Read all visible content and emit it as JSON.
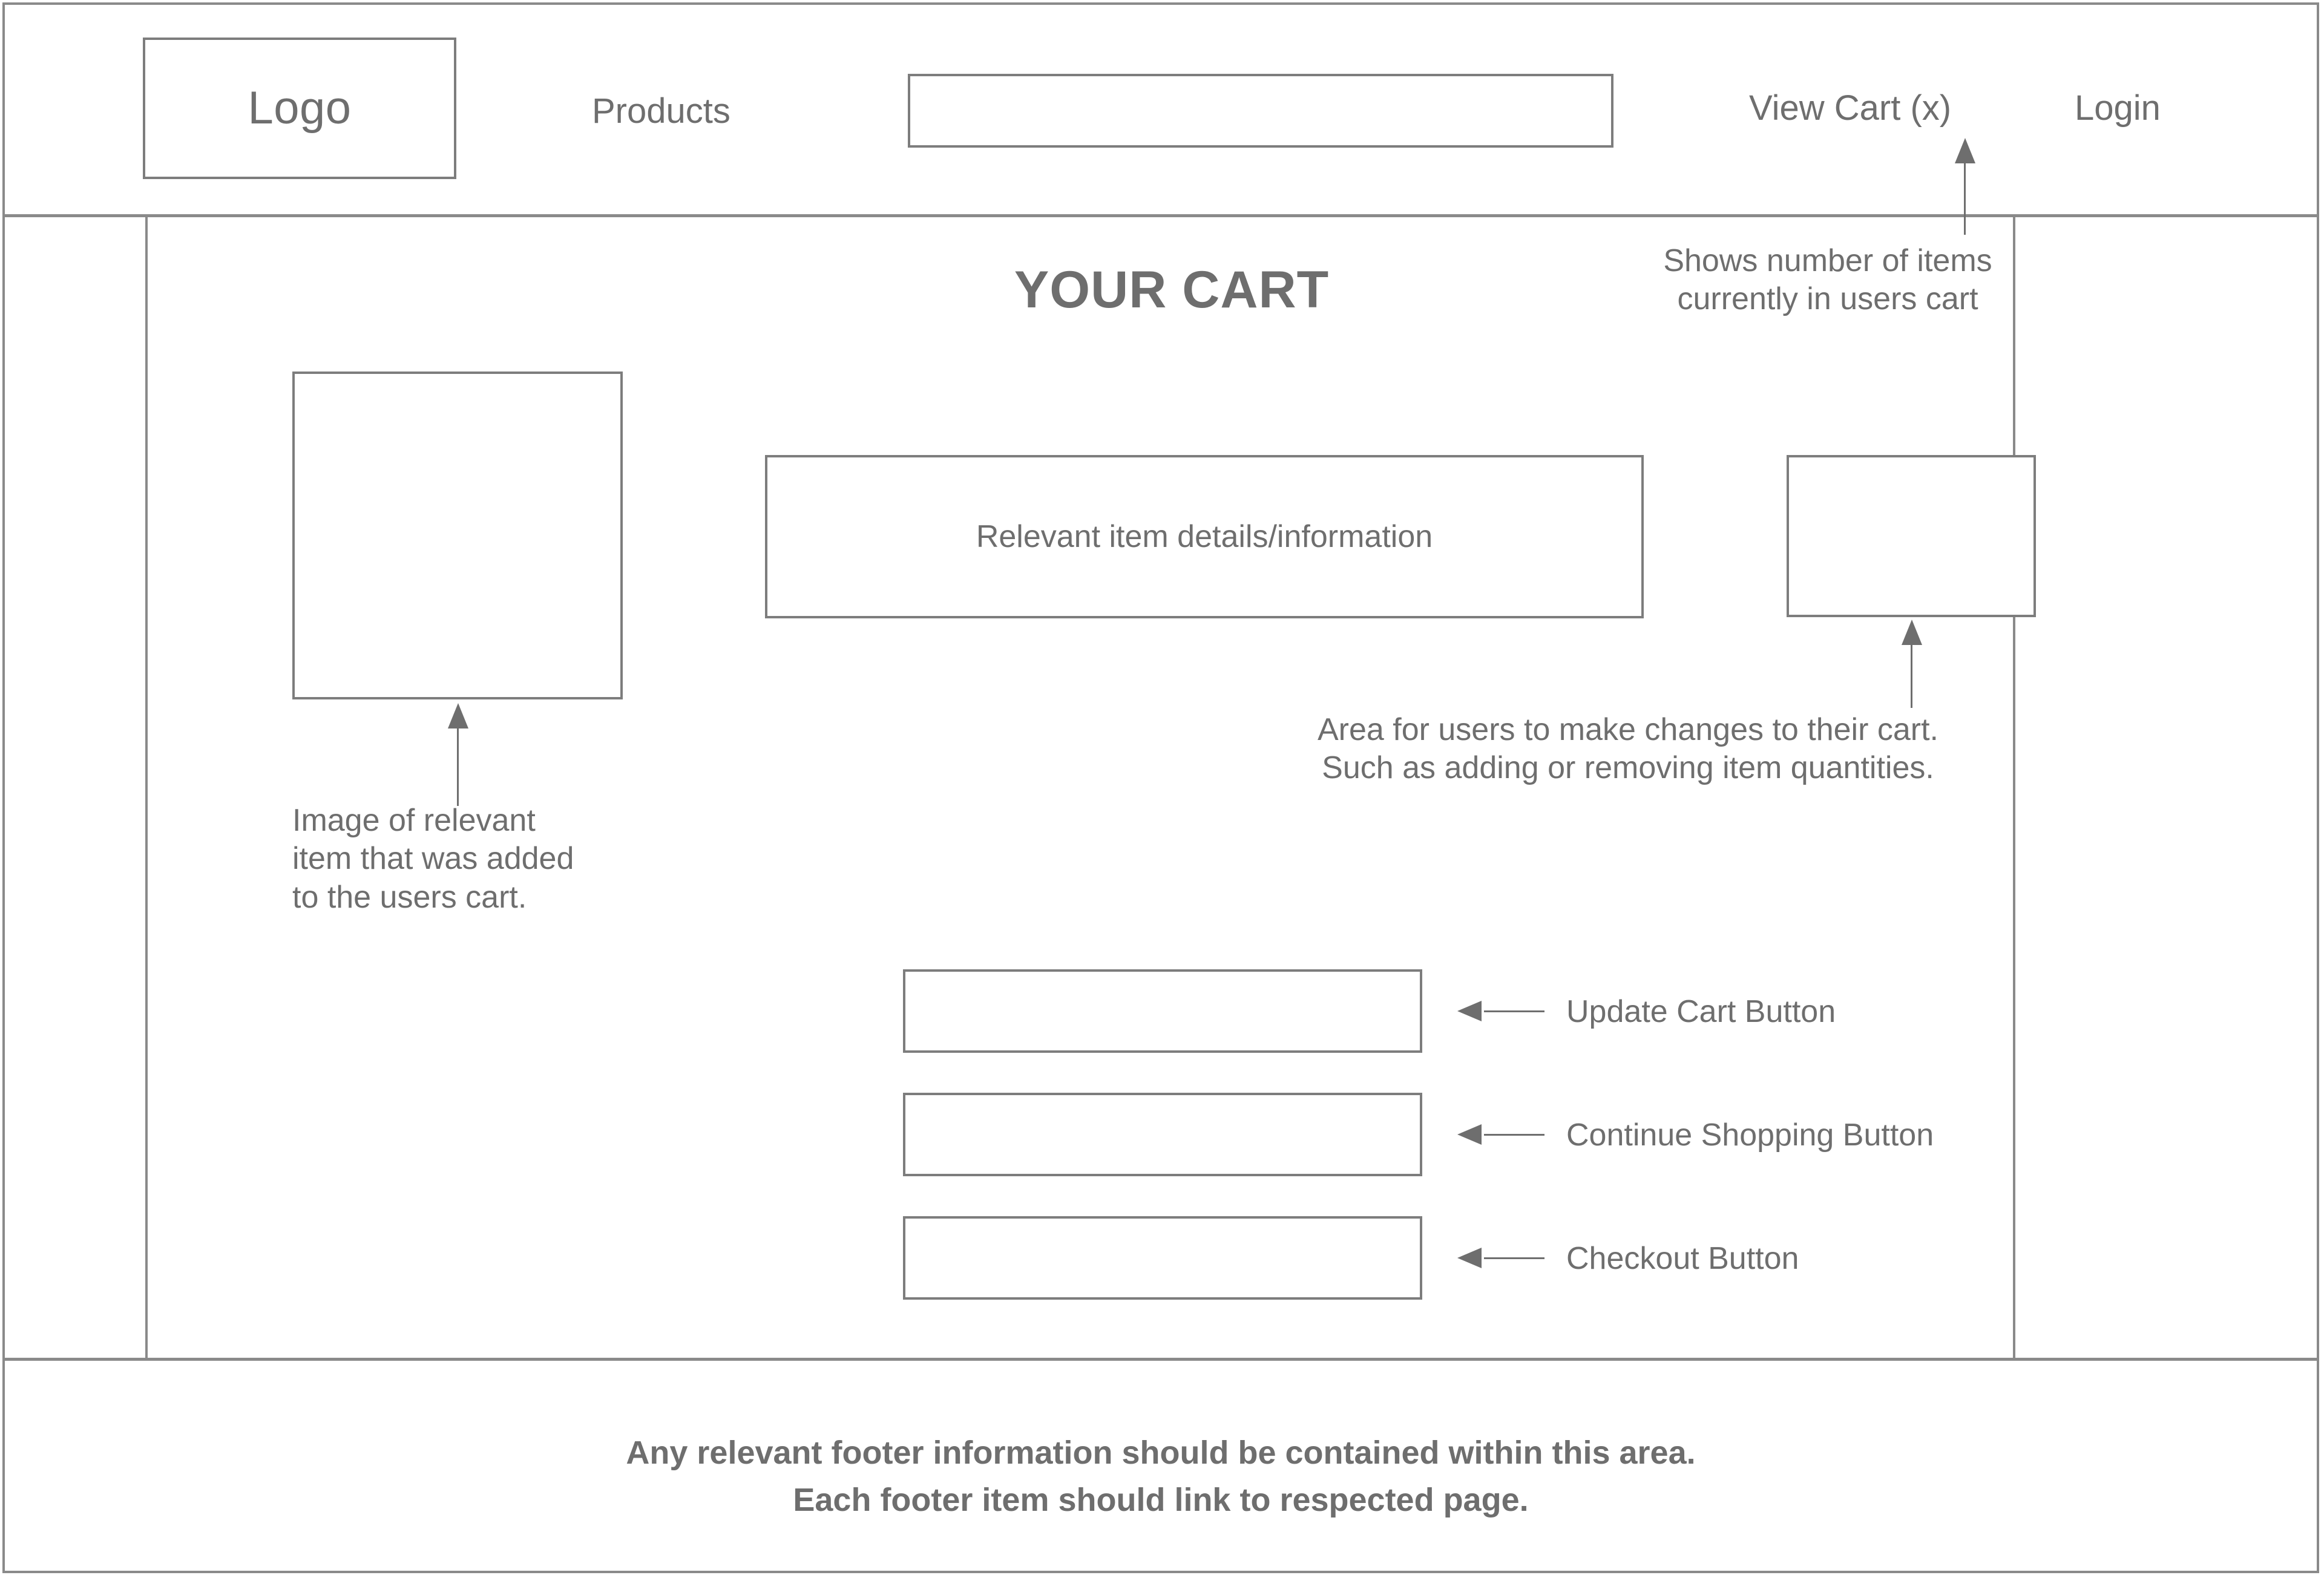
{
  "header": {
    "logo_label": "Logo",
    "nav": {
      "products_label": "Products",
      "view_cart_label": "View Cart (x)",
      "login_label": "Login"
    },
    "search": {
      "value": "",
      "placeholder": ""
    }
  },
  "main": {
    "page_title": "YOUR CART",
    "item_image_placeholder": "",
    "item_details_label": "Relevant item details/information",
    "cart_controls_placeholder": "",
    "buttons": [
      {
        "name": "update-cart",
        "label": "",
        "annotation": "Update Cart Button"
      },
      {
        "name": "continue-shopping",
        "label": "",
        "annotation": "Continue Shopping Button"
      },
      {
        "name": "checkout",
        "label": "",
        "annotation": "Checkout Button"
      }
    ]
  },
  "annotations": {
    "cart_count": "Shows number of items\ncurrently in users cart",
    "item_image": "Image of relevant\nitem that was added\nto the users cart.",
    "cart_controls": "Area for users to make changes to their cart.\nSuch as adding or removing item quantities."
  },
  "footer": {
    "line1": "Any relevant footer information should be contained within this area.",
    "line2": "Each footer item should link to respected page."
  },
  "colors": {
    "text": "#6e6e6e",
    "border": "#7d7d7d",
    "frame": "#8a8a8a",
    "background": "#ffffff"
  }
}
